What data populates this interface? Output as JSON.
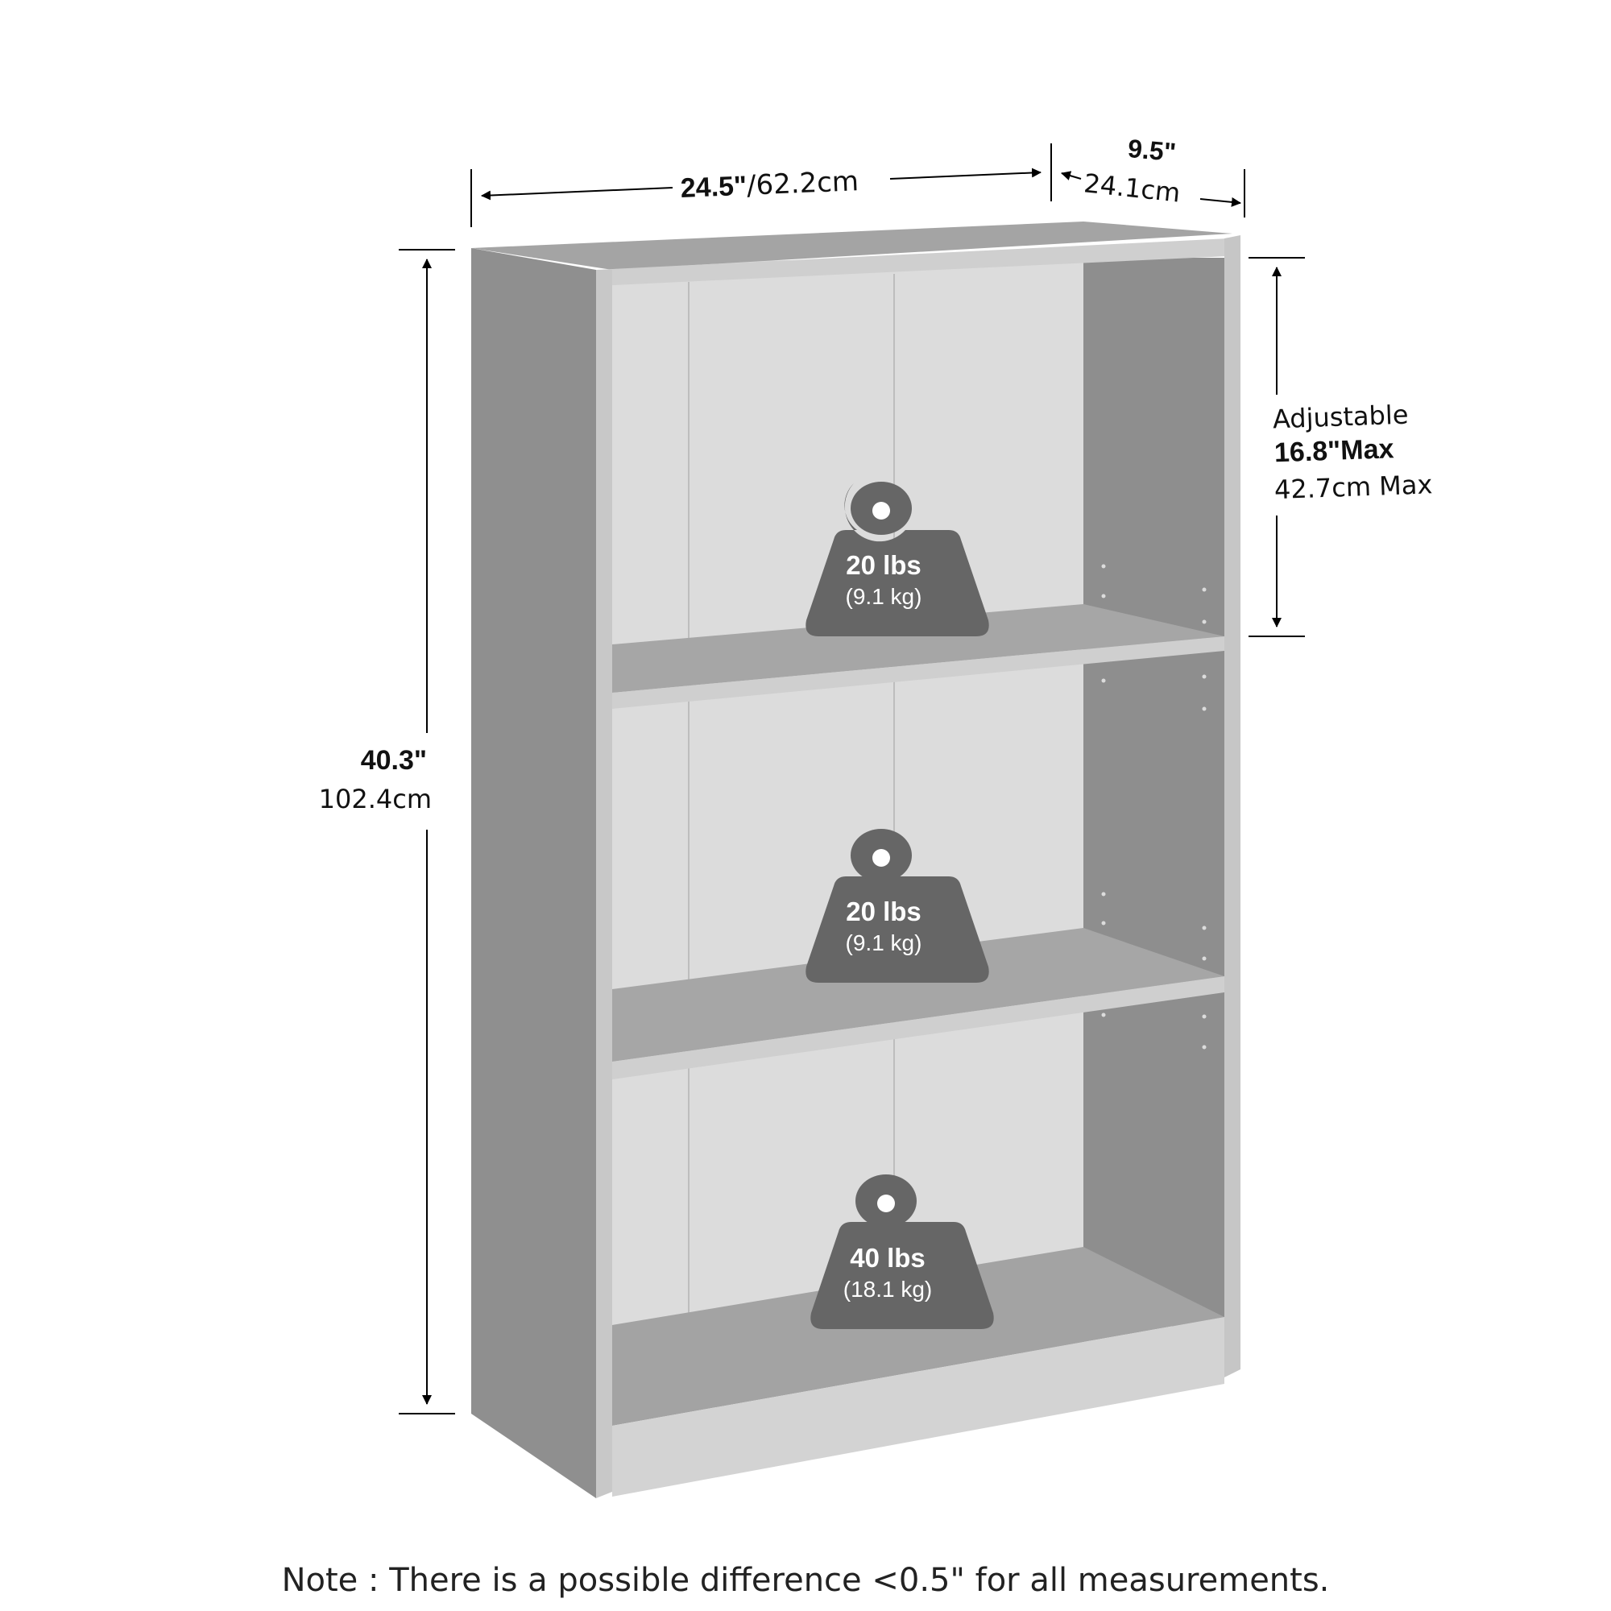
{
  "dimensions": {
    "width": {
      "in": "24.5\"",
      "cm": "/62.2cm"
    },
    "depth": {
      "in": "9.5\"",
      "cm": "24.1cm"
    },
    "height": {
      "in": "40.3\"",
      "cm": "102.4cm"
    },
    "shelf_spacing": {
      "label": "Adjustable",
      "in": "16.8\"Max",
      "cm": "42.7cm Max"
    }
  },
  "weights": [
    {
      "lbs": "20 lbs",
      "kg": "(9.1 kg)"
    },
    {
      "lbs": "20 lbs",
      "kg": "(9.1 kg)"
    },
    {
      "lbs": "40 lbs",
      "kg": "(18.1 kg)"
    }
  ],
  "note": "Note : There is a possible difference <0.5\" for all measurements.",
  "colors": {
    "side_panel": "#8f8f8f",
    "back_panel": "#dcdcdc",
    "shelf_top": "#a6a6a6",
    "edge": "#c8c8c8",
    "weight_icon": "#666666"
  }
}
